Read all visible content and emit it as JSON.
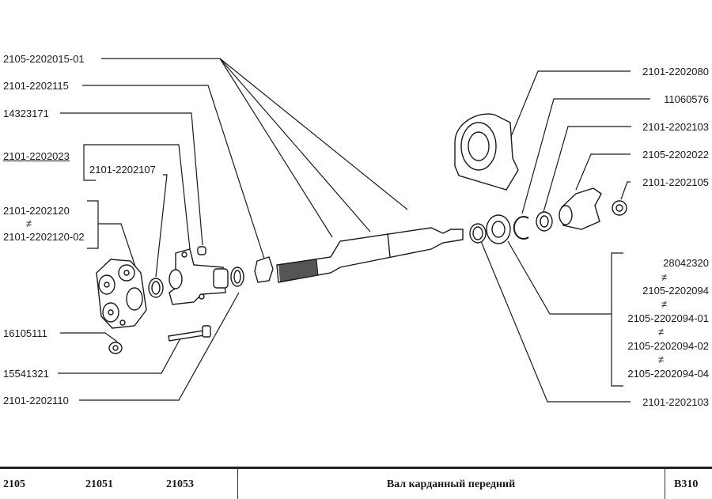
{
  "labels_left": {
    "shaft": "2105-2202015-01",
    "seal_a": "2101-2202115",
    "grease_fitting": "14323171",
    "flange_assembly": "2101-2202023",
    "bushing": "2101-2202107",
    "coupling_a": "2101-2202120",
    "coupling_b": "2101-2202120-02",
    "nut": "16105111",
    "bolt": "15541321",
    "seal_b": "2101-2202110"
  },
  "labels_right": {
    "support": "2101-2202080",
    "snap_ring": "11060576",
    "washer_top": "2101-2202103",
    "yoke": "2105-2202022",
    "yoke_nut": "2101-2202105",
    "bearing_a": "28042320",
    "bearing_b": "2105-2202094",
    "bearing_c": "2105-2202094-01",
    "bearing_d": "2105-2202094-02",
    "bearing_e": "2105-2202094-04",
    "washer_bottom": "2101-2202103"
  },
  "alt_symbol": "≠",
  "footer": {
    "model_1": "2105",
    "model_2": "21051",
    "model_3": "21053",
    "title": "Вал карданный передний",
    "code": "B310"
  },
  "colors": {
    "ink": "#1a1a1a",
    "background": "#ffffff"
  }
}
